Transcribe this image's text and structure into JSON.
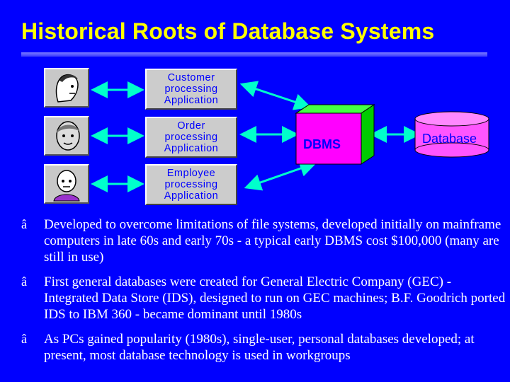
{
  "slide": {
    "title": "Historical Roots of Database Systems"
  },
  "diagram": {
    "apps": [
      {
        "label": "Customer processing Application"
      },
      {
        "label": "Order processing Application"
      },
      {
        "label": "Employee processing Application"
      }
    ],
    "dbms_label": "DBMS",
    "database_label": "Database",
    "colors": {
      "background": "#0000ff",
      "title": "#ffff00",
      "arrow": "#00ffcc",
      "dbms_front": "#ff00ff",
      "dbms_side": "#00ff00",
      "database": "#ff55ff",
      "box": "#cccccc"
    }
  },
  "bullets": [
    {
      "marker": "â",
      "text": "Developed to overcome limitations of file systems, developed initially on mainframe computers in late 60s and early 70s - a typical early DBMS cost $100,000 (many are still in use)"
    },
    {
      "marker": "â",
      "text": "First general databases were created for General Electric Company (GEC) - Integrated Data Store (IDS), designed to run on GEC machines; B.F. Goodrich ported IDS to IBM 360 - became dominant until 1980s"
    },
    {
      "marker": "â",
      "text": "As PCs gained popularity (1980s), single-user, personal databases developed; at present, most database technology is used in workgroups"
    }
  ]
}
